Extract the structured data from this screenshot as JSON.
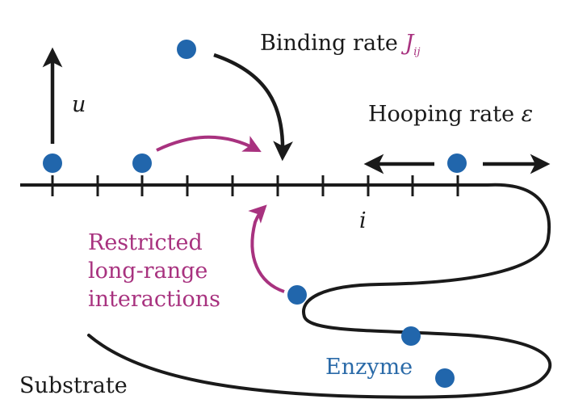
{
  "labels": {
    "binding_rate": "Binding rate",
    "binding_rate_symbol": "J",
    "binding_rate_subscript": "ij",
    "hopping_rate": "Hooping rate",
    "hopping_rate_symbol": "ε",
    "u_axis": "u",
    "site_index": "i",
    "restricted_line1": "Restricted",
    "restricted_line2": "long-range",
    "restricted_line3": "interactions",
    "enzyme": "Enzyme",
    "substrate": "Substrate"
  },
  "colors": {
    "enzyme": "#2166ac",
    "magenta": "#a8327f",
    "black": "#1a1a1a",
    "label_blue": "#2a6aa8"
  },
  "icons": {
    "up_arrow": "arrow-up-icon",
    "left_arrow": "arrow-left-icon",
    "right_arrow": "arrow-right-icon"
  }
}
